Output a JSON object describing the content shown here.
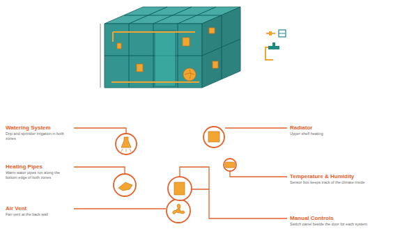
{
  "diagram": {
    "nodes": [
      {
        "text": [
          "Watering System",
          "Drip and sprinkler irrigation in both zones"
        ]
      },
      {
        "text": [
          "Heating Pipes",
          "Warm water pipes run along the bottom edge of both zones"
        ]
      },
      {
        "text": [
          "Air Vent",
          "Fan vent at the back wall"
        ]
      },
      {
        "text": [
          "Radiator",
          "Upper shelf heating"
        ]
      },
      {
        "text": [
          "Temperature & Humidity",
          "Sensor box keeps track of the climate inside"
        ]
      },
      {
        "text": [
          "Manual Controls",
          "Switch panel beside the door for each system"
        ]
      }
    ]
  }
}
